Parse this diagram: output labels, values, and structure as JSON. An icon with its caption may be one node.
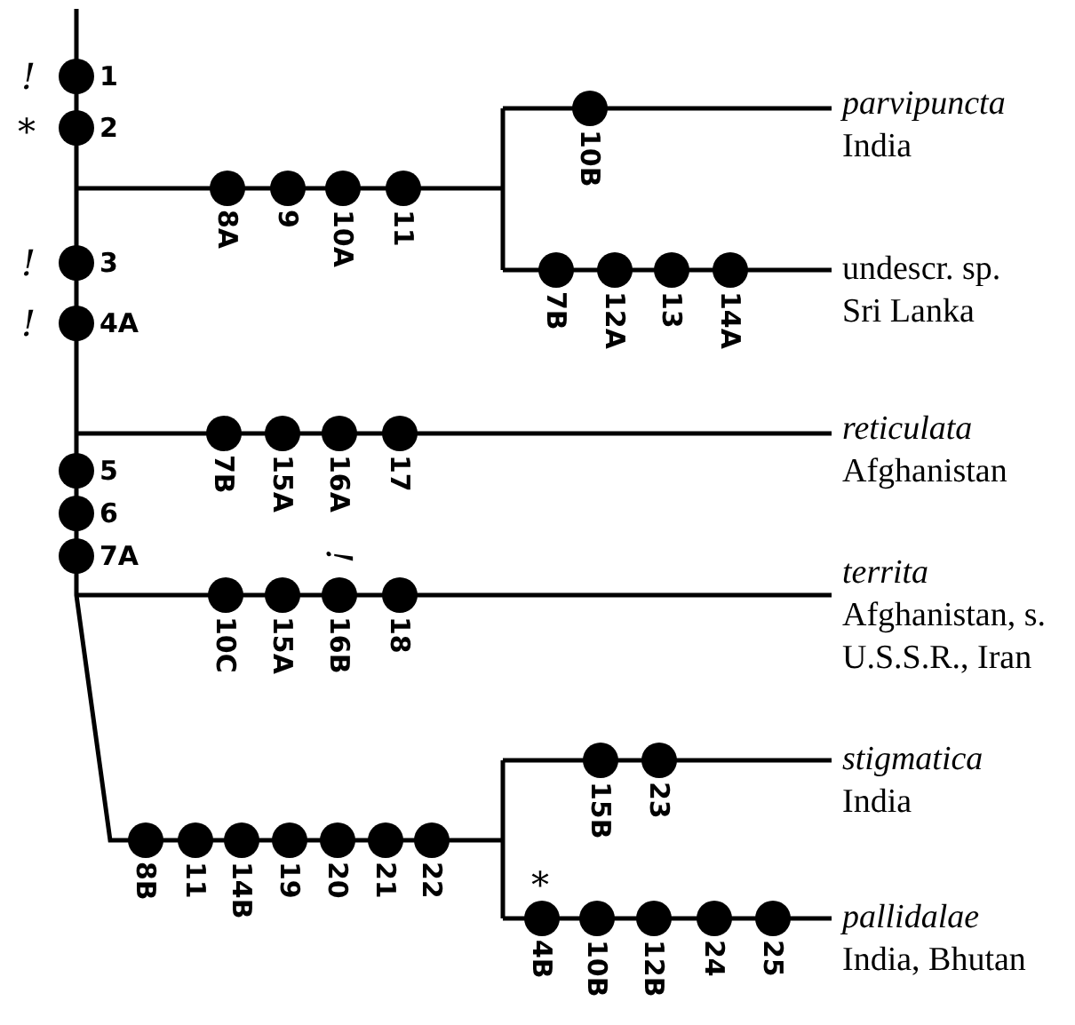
{
  "diagram": {
    "nodes": [
      {
        "text": [
          "parvipuncta",
          "India"
        ]
      },
      {
        "text": [
          "undescr. sp.",
          "Sri Lanka"
        ]
      },
      {
        "text": [
          "reticulata",
          "Afghanistan"
        ]
      },
      {
        "text": [
          "territa",
          "Afghanistan, s. U.S.S.R., Iran"
        ]
      },
      {
        "text": [
          "stigmatica",
          "India"
        ]
      },
      {
        "text": [
          "pallidalae",
          "India, Bhutan"
        ]
      }
    ],
    "edges": [
      {
        "from": null,
        "to": 0,
        "arrow": "none"
      },
      {
        "from": null,
        "to": 1,
        "arrow": "none"
      },
      {
        "from": null,
        "to": 2,
        "arrow": "none"
      },
      {
        "from": null,
        "to": 3,
        "arrow": "none"
      },
      {
        "from": null,
        "to": 4,
        "arrow": "none"
      },
      {
        "from": null,
        "to": 5,
        "arrow": "none"
      }
    ],
    "labels": [
      "!",
      "1",
      "*",
      "2",
      "8A",
      "9",
      "10A",
      "11",
      "10B",
      "7B",
      "12A",
      "13",
      "14A",
      "!",
      "3",
      "!",
      "4A",
      "7B",
      "15A",
      "16A",
      "17",
      "5",
      "6",
      "7A",
      "!",
      "10C",
      "15A",
      "16B",
      "18",
      "15B",
      "23",
      "*",
      "4B",
      "10B",
      "12B",
      "24",
      "25",
      "8B",
      "11",
      "14B",
      "19",
      "20",
      "21",
      "22"
    ]
  }
}
